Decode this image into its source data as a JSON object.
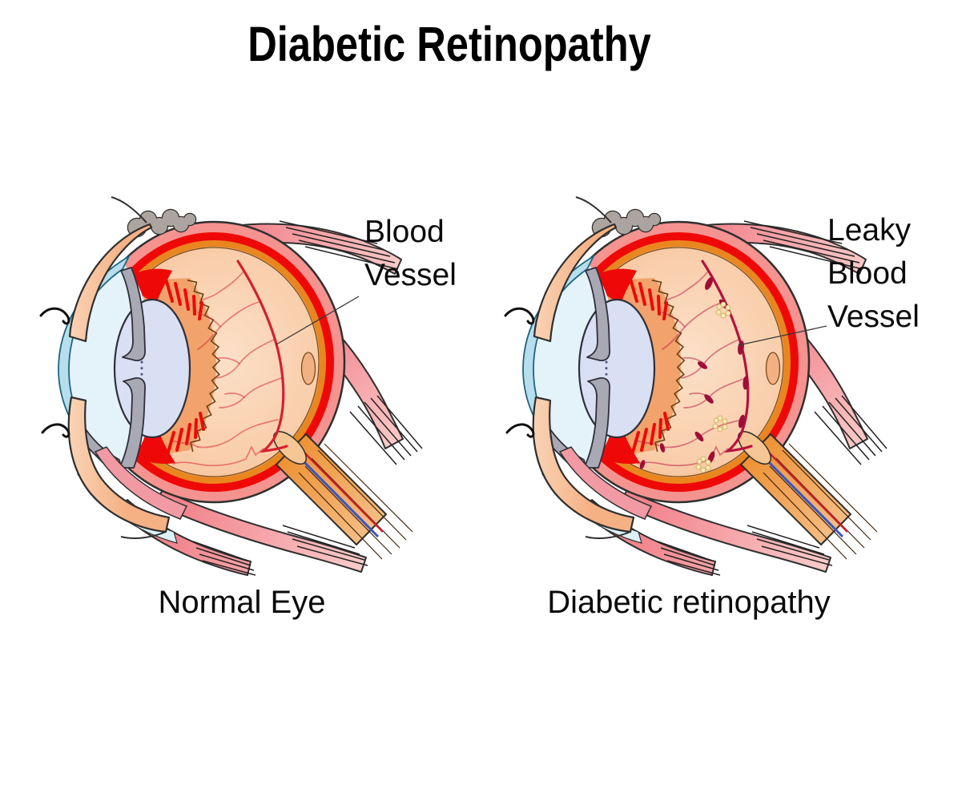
{
  "title": "Diabetic Retinopathy",
  "annotations": {
    "blood_vessel": {
      "lines": [
        "Blood",
        "Vessel"
      ]
    },
    "leaky_blood_vessel": {
      "lines": [
        "Leaky",
        "Blood",
        "Vessel"
      ]
    }
  },
  "panels": {
    "normal": {
      "caption": "Normal Eye"
    },
    "diabetic": {
      "caption": "Diabetic retinopathy"
    }
  },
  "palette": {
    "background": "#FFFFFF",
    "title_text": "#000000",
    "label_text": "#0B0B0B",
    "sclera_pink": "#F4938F",
    "choroid_red": "#EE0908",
    "retina_orange": "#E9861F",
    "vitreous_peach": "#F9CEAB",
    "ciliary_orange": "#F2A26B",
    "lens_blue": "#DAE0F3",
    "cornea_blue": "#B7DEED",
    "anterior_chamber": "#E4F3FA",
    "iris_gray": "#A9A9B5",
    "muscle_pink": "#F2848D",
    "skin_peach": "#F5B98C",
    "conjunctiva_blue": "#DDF1F9",
    "lacrimal_gland_gray": "#ACA49E",
    "optic_nerve_orange": "#EE9134",
    "vessel_red": "#D5202F",
    "leaky_vessel_red": "#B5123F",
    "microaneurysm": "#9E0E38",
    "exudate_yellow": "#F6E8BC",
    "outline": "#2F2F2F"
  }
}
